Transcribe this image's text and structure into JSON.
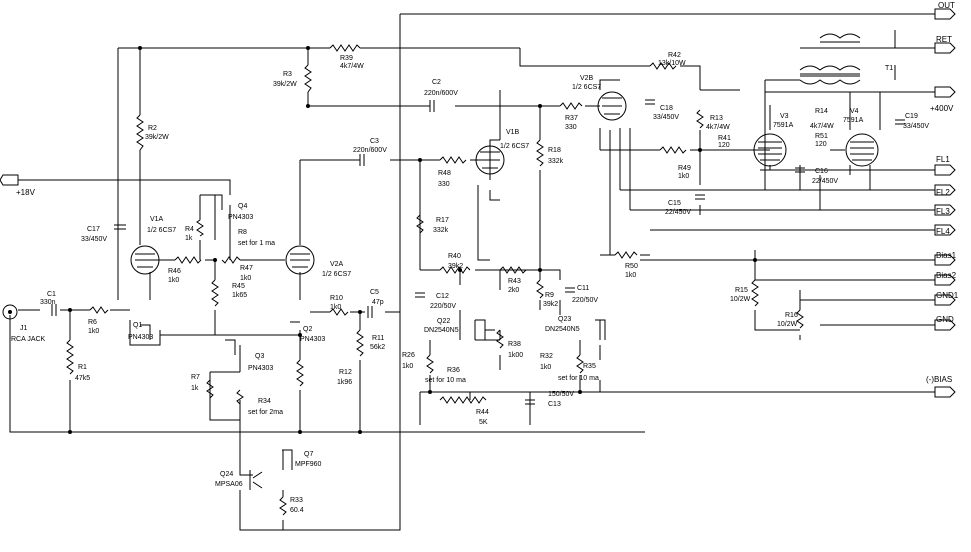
{
  "ports": {
    "out": "OUT",
    "ret": "RET",
    "b400": "+400V",
    "fl1": "FL1",
    "fl2": "FL2",
    "fl3": "FL3",
    "fl4": "FL4",
    "bias1": "Bias1",
    "bias2": "Bias2",
    "gnd1": "GND1",
    "gnd": "GND",
    "nbias": "(-)BIAS",
    "p18": "+18V"
  },
  "labels": {
    "r39a": "R39",
    "r39b": "4k7/4W",
    "r3a": "R3",
    "r3b": "39k/2W",
    "r2a": "R2",
    "r2b": "39k/2W",
    "c2a": "C2",
    "c2b": "220n/600V",
    "c3a": "C3",
    "c3b": "220n/600V",
    "v2ba": "V2B",
    "v2bb": "1/2 6CS7",
    "r42a": "R42",
    "r42b": "13k/10W",
    "c18a": "C18",
    "c18b": "33/450V",
    "r37a": "R37",
    "r37b": "330",
    "v1ba": "V1B",
    "v1bb": "1/2 6CS7",
    "r18a": "R18",
    "r18b": "332k",
    "r13a": "R13",
    "r13b": "4k7/4W",
    "r41a": "R41",
    "r41b": "120",
    "v3a": "V3",
    "v3b": "7591A",
    "r14a": "R14",
    "r14b": "4k7/4W",
    "v4a": "V4",
    "v4b": "7591A",
    "r51a": "R51",
    "r51b": "120",
    "c19a": "C19",
    "c19b": "33/450V",
    "t1": "T1",
    "r48a": "R48",
    "r48b": "330",
    "r49a": "R49",
    "r49b": "1k0",
    "c16a": "C16",
    "c16b": "22/450V",
    "c15a": "C15",
    "c15b": "22/450V",
    "q4a": "Q4",
    "q4b": "PN4303",
    "r4a": "R4",
    "r4b": "1k",
    "r8a": "R8",
    "r8b": "set for 1 ma",
    "c17a": "C17",
    "c17b": "33/450V",
    "v1aa": "V1A",
    "v1ab": "1/2 6CS7",
    "v2aa": "V2A",
    "v2ab": "1/2 6CS7",
    "r46a": "R46",
    "r46b": "1k0",
    "r47a": "R47",
    "r47b": "1k0",
    "r45a": "R45",
    "r45b": "1k65",
    "r17a": "R17",
    "r17b": "332k",
    "r40a": "R40",
    "r40b": "39k2",
    "r43a": "R43",
    "r43b": "2k0",
    "r50a": "R50",
    "r50b": "1k0",
    "c12a": "C12",
    "c12b": "220/50V",
    "r9a": "R9",
    "r9b": "39k2",
    "c11a": "C11",
    "c11b": "220/50V",
    "r15a": "R15",
    "r15b": "10/2W",
    "r16a": "R16",
    "r16b": "10/2W",
    "c1a": "C1",
    "c1b": "330n",
    "r6a": "R6",
    "r6b": "1k0",
    "j1a": "J1",
    "j1b": "RCA JACK",
    "r1a": "R1",
    "r1b": "47k5",
    "q1a": "Q1",
    "q1b": "PN4303",
    "r10a": "R10",
    "r10b": "1k0",
    "c5a": "C5",
    "c5b": "47p",
    "q2a": "Q2",
    "q2b": "PN4303",
    "r11a": "R11",
    "r11b": "56k2",
    "q22a": "Q22",
    "q22b": "DN2540N5",
    "r38a": "R38",
    "r38b": "1k00",
    "q23a": "Q23",
    "q23b": "DN2540N5",
    "q3a": "Q3",
    "q3b": "PN4303",
    "r7a": "R7",
    "r7b": "1k",
    "r34a": "R34",
    "r34b": "set for 2ma",
    "r12a": "R12",
    "r12b": "1k96",
    "r26a": "R26",
    "r26b": "1k0",
    "r36a": "R36",
    "r36b": "set for 10 ma",
    "r32a": "R32",
    "r32b": "1k0",
    "r35a": "R35",
    "r35b": "set for 10 ma",
    "r44a": "R44",
    "r44b": "5K",
    "c13a": "C13",
    "c13b": "150/50V",
    "q7a": "Q7",
    "q7b": "MPF960",
    "q24a": "Q24",
    "q24b": "MPSA06",
    "r33a": "R33",
    "r33b": "60.4"
  }
}
